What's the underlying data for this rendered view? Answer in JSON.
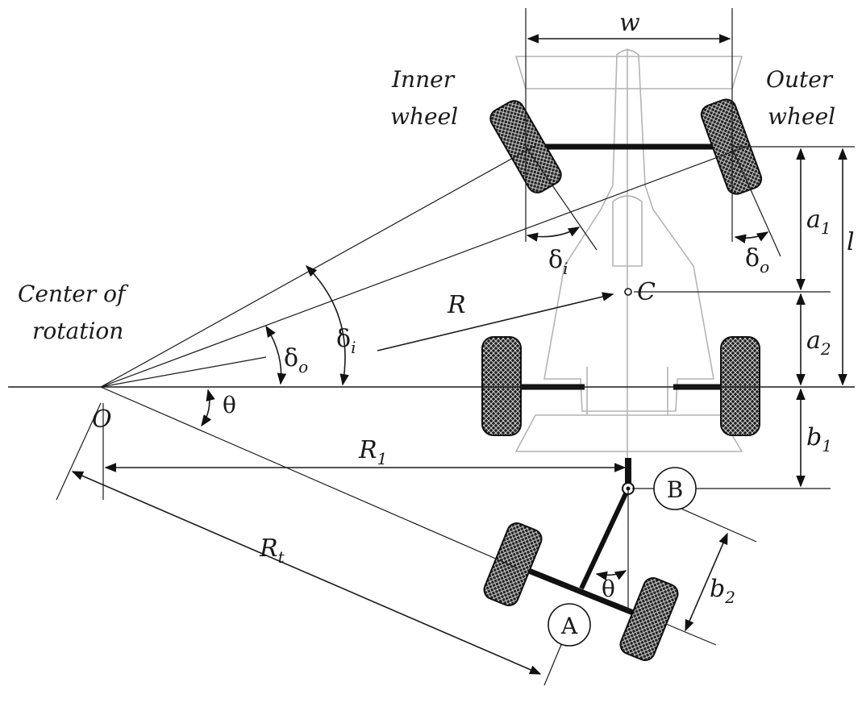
{
  "labels": {
    "width": "w",
    "inner_wheel_line1": "Inner",
    "inner_wheel_line2": "wheel",
    "outer_wheel_line1": "Outer",
    "outer_wheel_line2": "wheel",
    "center_line1": "Center of",
    "center_line2": "rotation",
    "a1": "a",
    "a1_sub": "1",
    "a2": "a",
    "a2_sub": "2",
    "l": "l",
    "b1": "b",
    "b1_sub": "1",
    "b2": "b",
    "b2_sub": "2",
    "C": "C",
    "R": "R",
    "O": "O",
    "R1": "R",
    "R1_sub": "1",
    "Rt": "R",
    "Rt_sub": "t",
    "delta": "δ",
    "sub_i": "i",
    "sub_o": "o",
    "theta": "θ",
    "A": "A",
    "B": "B"
  }
}
